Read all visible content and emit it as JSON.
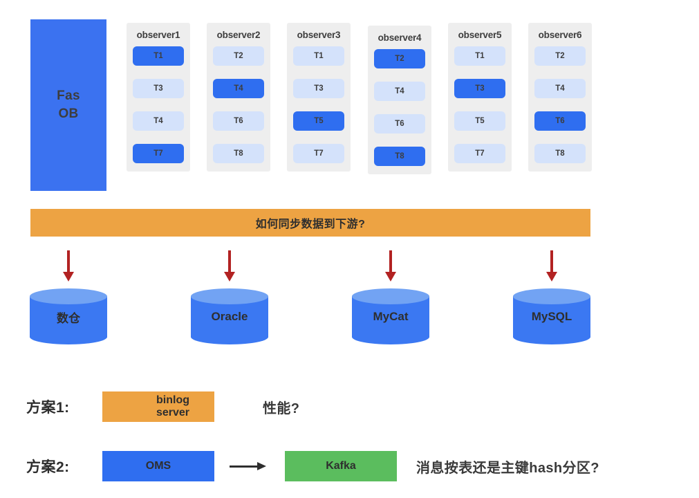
{
  "source_node": {
    "name": "fas-ob",
    "lines": [
      "Fas",
      "OB"
    ],
    "color": "#3b72f0"
  },
  "legend_colors": {
    "leader": "#2f6ef0",
    "follower": "#d4e2fb",
    "column_bg": "#eeeeee",
    "orange": "#eda343",
    "green": "#5bbd5e",
    "arrow_red": "#b22222",
    "cylinder_body": "#3b78f2",
    "cylinder_top": "#72a3f3"
  },
  "observers": [
    {
      "title": "observer1",
      "tablets": [
        {
          "label": "T1",
          "role": "leader"
        },
        {
          "label": "T3",
          "role": "follower"
        },
        {
          "label": "T4",
          "role": "follower"
        },
        {
          "label": "T7",
          "role": "leader"
        }
      ]
    },
    {
      "title": "observer2",
      "tablets": [
        {
          "label": "T2",
          "role": "follower"
        },
        {
          "label": "T4",
          "role": "leader"
        },
        {
          "label": "T6",
          "role": "follower"
        },
        {
          "label": "T8",
          "role": "follower"
        }
      ]
    },
    {
      "title": "observer3",
      "tablets": [
        {
          "label": "T1",
          "role": "follower"
        },
        {
          "label": "T3",
          "role": "follower"
        },
        {
          "label": "T5",
          "role": "leader"
        },
        {
          "label": "T7",
          "role": "follower"
        }
      ]
    },
    {
      "title": "observer4",
      "tablets": [
        {
          "label": "T2",
          "role": "leader"
        },
        {
          "label": "T4",
          "role": "follower"
        },
        {
          "label": "T6",
          "role": "follower"
        },
        {
          "label": "T8",
          "role": "leader"
        }
      ]
    },
    {
      "title": "observer5",
      "tablets": [
        {
          "label": "T1",
          "role": "follower"
        },
        {
          "label": "T3",
          "role": "leader"
        },
        {
          "label": "T5",
          "role": "follower"
        },
        {
          "label": "T7",
          "role": "follower"
        }
      ]
    },
    {
      "title": "observer6",
      "tablets": [
        {
          "label": "T2",
          "role": "follower"
        },
        {
          "label": "T4",
          "role": "follower"
        },
        {
          "label": "T6",
          "role": "leader"
        },
        {
          "label": "T8",
          "role": "follower"
        }
      ]
    }
  ],
  "banner": {
    "text": "如何同步数据到下游?"
  },
  "downstream": [
    {
      "label": "数仓"
    },
    {
      "label": "Oracle"
    },
    {
      "label": "MyCat"
    },
    {
      "label": "MySQL"
    }
  ],
  "schemes": [
    {
      "label": "方案1:",
      "chip_lines": [
        "binlog",
        "server"
      ],
      "note": "性能?"
    },
    {
      "label": "方案2:",
      "chip_from": "OMS",
      "chip_to": "Kafka",
      "note": "消息按表还是主键hash分区?"
    }
  ]
}
